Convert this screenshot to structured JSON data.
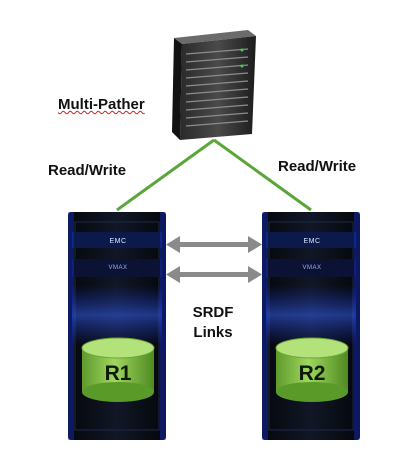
{
  "diagram": {
    "host_label": "Multi-Pather",
    "left_path_label": "Read/Write",
    "right_path_label": "Read/Write",
    "link_label_line1": "SRDF",
    "link_label_line2": "Links",
    "array_left": {
      "brand": "EMC",
      "model": "VMAX",
      "volume": "R1"
    },
    "array_right": {
      "brand": "EMC",
      "model": "VMAX",
      "volume": "R2"
    },
    "colors": {
      "path_line": "#5aa63a",
      "volume": "#7fc241",
      "arrow": "#8a8a8a",
      "array_glow": "#2f5bff"
    },
    "icons": [
      "server-icon",
      "storage-array-icon",
      "database-cylinder-icon",
      "double-arrow-icon"
    ]
  }
}
